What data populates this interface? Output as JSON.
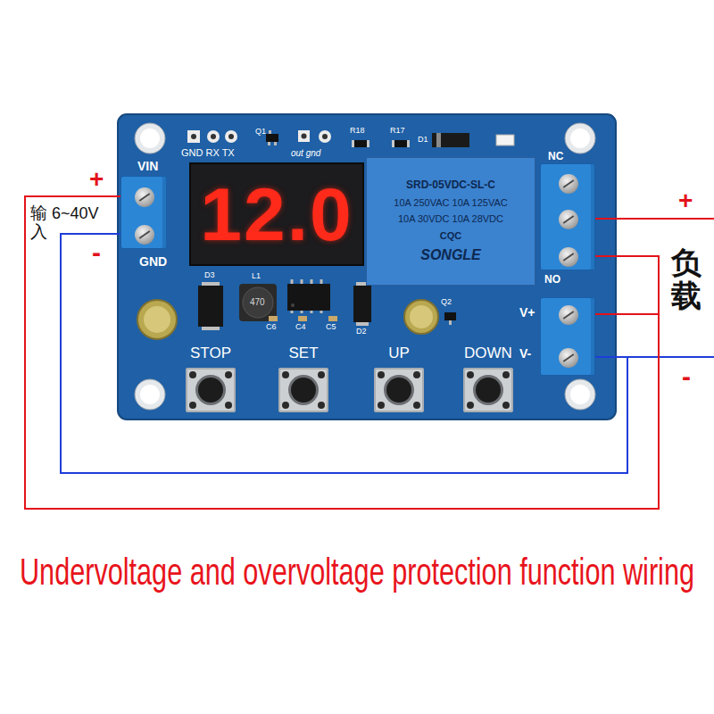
{
  "diagram": {
    "caption": "Undervoltage and overvoltage protection function wiring",
    "nodes": [
      {
        "text": [
          "VIN",
          "GND"
        ]
      },
      {
        "text": [
          "12.0"
        ]
      },
      {
        "text": [
          "SRD-05VDC-SL-C",
          "10A 250VAC 10A 125VAC",
          "10A 30VDC 10A 28VDC",
          "CQC",
          "SONGLE"
        ]
      },
      {
        "text": [
          "NC",
          "NO"
        ]
      },
      {
        "text": [
          "V+",
          "V-"
        ]
      },
      {
        "text": [
          "STOP"
        ]
      },
      {
        "text": [
          "SET"
        ]
      },
      {
        "text": [
          "UP"
        ]
      },
      {
        "text": [
          "DOWN"
        ]
      }
    ],
    "edges": [
      {
        "from": 0,
        "to": 3,
        "arrow": "none"
      },
      {
        "from": 0,
        "to": 4,
        "arrow": "none"
      },
      {
        "from": 4,
        "to": 3,
        "arrow": "none"
      }
    ],
    "labels": [
      "+",
      "输入",
      "6~40V",
      "-",
      "GND RX TX",
      "Q1",
      "out gnd",
      "R18",
      "R17",
      "D1",
      "D3",
      "L1",
      "470",
      "C6",
      "C4",
      "C5",
      "D2",
      "Q2",
      "+",
      "负载",
      "-"
    ]
  }
}
